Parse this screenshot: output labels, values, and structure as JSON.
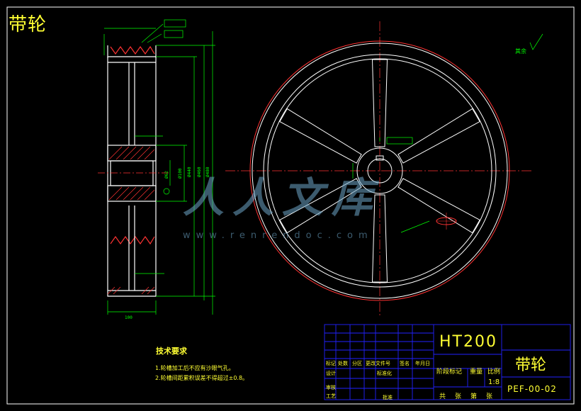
{
  "corner_title": "带轮",
  "roughness_note": "其余",
  "tech_requirements": {
    "title": "技术要求",
    "items": [
      "1.轮槽加工后不应有沙眼气孔。",
      "2.轮槽间距累积误差不得超过±0.8。"
    ]
  },
  "title_block": {
    "material": "HT200",
    "part_name": "带轮",
    "scale": "1:8",
    "drawing_no": "PEF-00-02",
    "header_labels": [
      "标记",
      "处数",
      "分区",
      "更改文件号",
      "签名",
      "年月日"
    ],
    "stage_labels": [
      "阶段标记",
      "重量",
      "比例"
    ],
    "row_labels": [
      "设计",
      "标准化",
      "审核",
      "工艺",
      "批准"
    ],
    "sheet_info": [
      "共",
      "张",
      "第",
      "张"
    ]
  },
  "watermark": {
    "text": "人人文库",
    "url": "www.renrendoc.com"
  },
  "colors": {
    "background": "#000000",
    "outline": "#ffffff",
    "dimension": "#00ff00",
    "centerline": "#ff3333",
    "text": "#ffff33",
    "titleblock": "#2222ff"
  }
}
